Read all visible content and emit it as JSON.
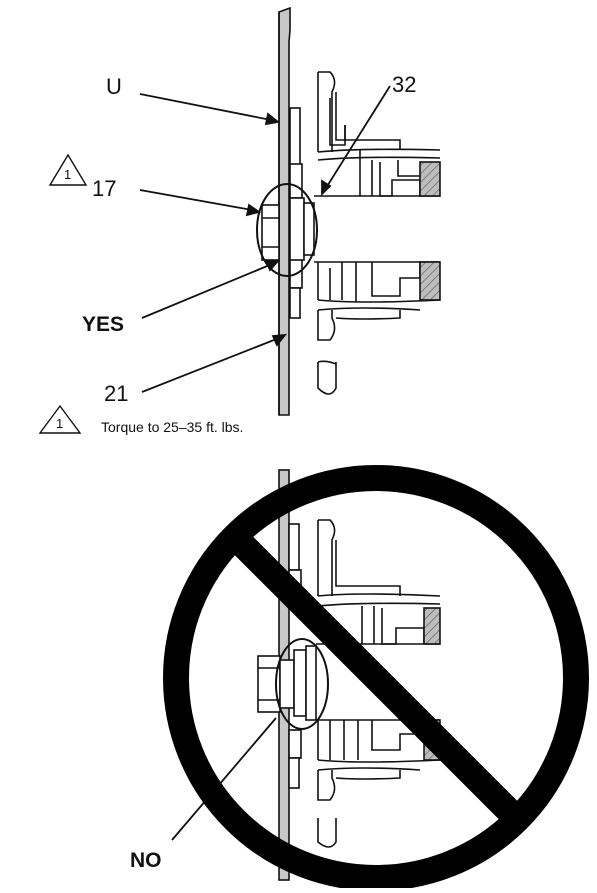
{
  "labels": {
    "u": "U",
    "part32": "32",
    "part17": "17",
    "yes": "YES",
    "part21": "21",
    "no": "NO"
  },
  "callout": {
    "marker": "1",
    "note": "Torque to 25–35 ft. lbs."
  },
  "colors": {
    "line": "#111111",
    "panel_fill": "#c8c8c8",
    "hatch_fill": "#9a9a9a",
    "prohibition": "#000000"
  }
}
